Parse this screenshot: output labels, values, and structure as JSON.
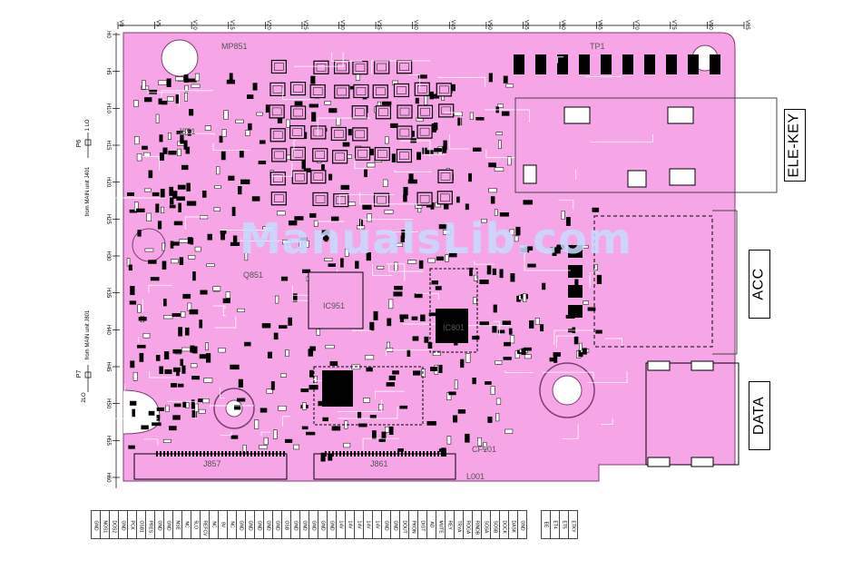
{
  "edge_labels": {
    "top": [
      "V8",
      "V5",
      "V10",
      "V15",
      "V20",
      "V25",
      "V30",
      "V35",
      "V40",
      "V45",
      "V50",
      "V55",
      "V60",
      "V65",
      "V70",
      "V75",
      "V80",
      "V85"
    ],
    "left": [
      "H0",
      "H5",
      "H10",
      "H15",
      "H20",
      "H25",
      "H30",
      "H35",
      "H40",
      "H45",
      "H50",
      "H55",
      "H60"
    ]
  },
  "connectors": {
    "ele_key": "ELE-KEY",
    "acc": "ACC",
    "data": "DATA"
  },
  "left_notes": {
    "p6": "P6",
    "p6_pins": "1 LO",
    "from_main_j401": "from MAIN unit J401",
    "p7": "P7",
    "p7_pins": "2LO",
    "from_main_j801": "from MAIN unit J801"
  },
  "board_refs": [
    "MP851",
    "J851",
    "J857",
    "J861",
    "L001",
    "CF101",
    "TP1",
    "Q851",
    "IC801",
    "IC951"
  ],
  "watermark": "ManualsLib.com",
  "pin_tables": {
    "left": [
      "GND",
      "NOS1",
      "DOS2",
      "GND",
      "PCK",
      "OSB1",
      "PRES",
      "GND",
      "GND",
      "NSE",
      "NC",
      "5LO",
      "REFCV",
      "NC",
      "8V",
      "NC",
      "GND",
      "GND",
      "GND",
      "GND",
      "GND",
      "OSB",
      "GND",
      "GND"
    ],
    "middle": [
      "GND",
      "GND",
      "GND",
      "14V",
      "14V",
      "14V",
      "14V",
      "14V",
      "GND",
      "GND",
      "DOUT",
      "PKON",
      "DIGT",
      "AD",
      "MUTE",
      "REY",
      "TRYA",
      "ROGA",
      "RINDB",
      "SOSA",
      "SOSB",
      "DOCK",
      "DASK",
      "GND"
    ],
    "right": [
      "EE",
      "ET4",
      "ET5",
      "ETKY"
    ]
  }
}
